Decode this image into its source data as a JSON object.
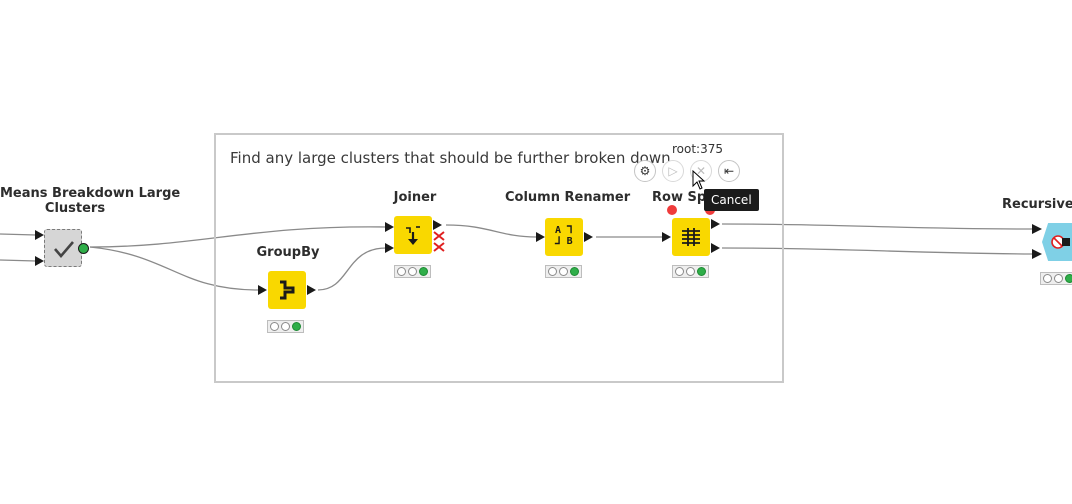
{
  "annotation": {
    "text": "Find any large clusters that should be further broken down."
  },
  "nodes": {
    "kmeans": {
      "label_line1": "Means Breakdown Large",
      "label_line2": "Clusters",
      "icon": "check-icon"
    },
    "groupby": {
      "label": "GroupBy",
      "icon": "groupby-icon"
    },
    "joiner": {
      "label": "Joiner",
      "icon": "joiner-icon"
    },
    "renamer": {
      "label": "Column Renamer",
      "icon": "rename-icon",
      "icon_text_top": "A",
      "icon_text_bottom": "B"
    },
    "rowsplitter": {
      "label": "Row Spl",
      "icon": "row-split-icon"
    },
    "recursive": {
      "label": "Recursive Lo",
      "icon": "loop-end-icon"
    }
  },
  "toolbar": {
    "node_id": "root:375",
    "buttons": [
      {
        "name": "configure",
        "icon": "gear-icon",
        "glyph": "⚙"
      },
      {
        "name": "execute",
        "icon": "play-icon",
        "glyph": "▷"
      },
      {
        "name": "cancel",
        "icon": "close-icon",
        "glyph": "✕"
      },
      {
        "name": "reset",
        "icon": "reset-icon",
        "glyph": "⇤"
      }
    ],
    "tooltip": "Cancel"
  },
  "colors": {
    "node_yellow": "#f9d800",
    "loop_blue": "#7fd0e6",
    "status_green": "#2fae49",
    "error_red": "#ef3b3b"
  }
}
